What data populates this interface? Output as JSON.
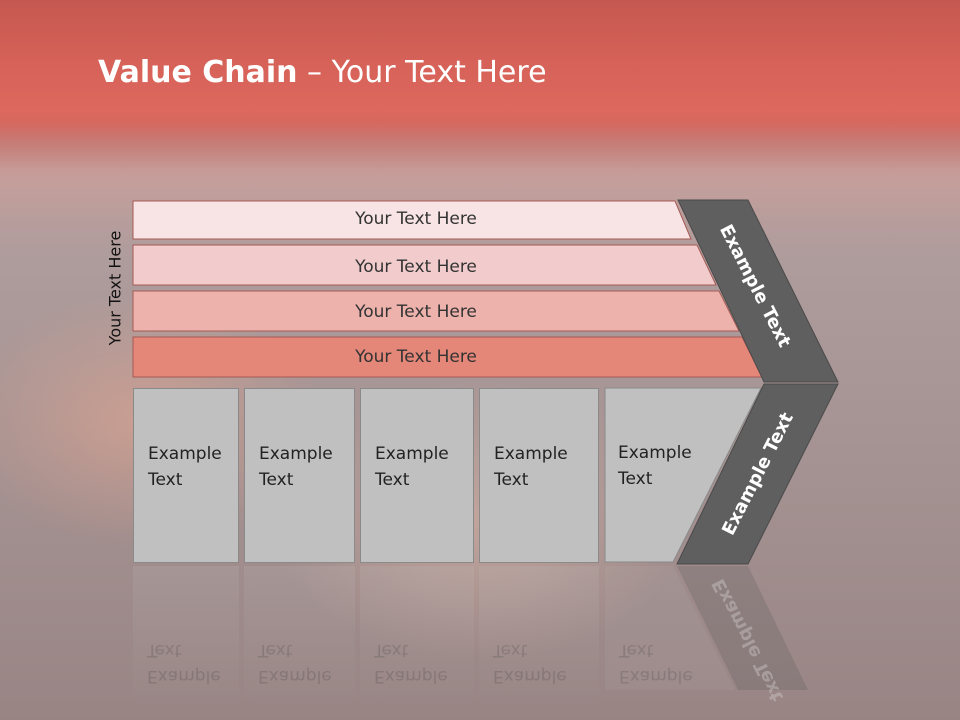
{
  "slide": {
    "title_bold": "Value Chain",
    "title_rest": " – Your Text Here",
    "side_label": "Your Text Here"
  },
  "bars": [
    {
      "label": "Your Text Here",
      "color": "#f8e4e4"
    },
    {
      "label": "Your Text Here",
      "color": "#f2cccc"
    },
    {
      "label": "Your Text Here",
      "color": "#ecb2ab"
    },
    {
      "label": "Your Text Here",
      "color": "#e48678"
    }
  ],
  "cards": [
    {
      "label": "Example\nText"
    },
    {
      "label": "Example\nText"
    },
    {
      "label": "Example\nText"
    },
    {
      "label": "Example\nText"
    },
    {
      "label": "Example\nText"
    }
  ],
  "chevron": {
    "top_label": "Example Text",
    "bottom_label": "Example Text",
    "color": "#5f5f5f"
  },
  "colors": {
    "title": "#ffffff",
    "card_fill": "#c0c0c0",
    "card_border": "#8a8a8a"
  }
}
